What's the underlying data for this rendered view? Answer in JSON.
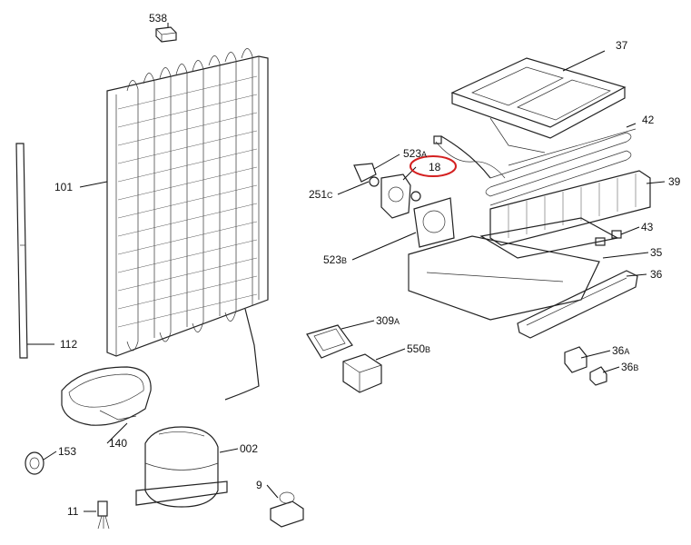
{
  "diagram": {
    "title": "Refrigerator exploded parts diagram",
    "highlight_color": "#d42020",
    "highlighted_part": "18",
    "callouts": [
      {
        "id": "538",
        "text": "538",
        "sub": ""
      },
      {
        "id": "37",
        "text": "37",
        "sub": ""
      },
      {
        "id": "42",
        "text": "42",
        "sub": ""
      },
      {
        "id": "523a",
        "text": "523",
        "sub": "A"
      },
      {
        "id": "18",
        "text": "18",
        "sub": ""
      },
      {
        "id": "251c",
        "text": "251",
        "sub": "C"
      },
      {
        "id": "39",
        "text": "39",
        "sub": ""
      },
      {
        "id": "101",
        "text": "101",
        "sub": ""
      },
      {
        "id": "43",
        "text": "43",
        "sub": ""
      },
      {
        "id": "523b",
        "text": "523",
        "sub": "B"
      },
      {
        "id": "35",
        "text": "35",
        "sub": ""
      },
      {
        "id": "36",
        "text": "36",
        "sub": ""
      },
      {
        "id": "309a",
        "text": "309",
        "sub": "A"
      },
      {
        "id": "112",
        "text": "112",
        "sub": ""
      },
      {
        "id": "550b",
        "text": "550",
        "sub": "B"
      },
      {
        "id": "36a",
        "text": "36",
        "sub": "A"
      },
      {
        "id": "36b",
        "text": "36",
        "sub": "B"
      },
      {
        "id": "140",
        "text": "140",
        "sub": ""
      },
      {
        "id": "153",
        "text": "153",
        "sub": ""
      },
      {
        "id": "002",
        "text": "002",
        "sub": ""
      },
      {
        "id": "9",
        "text": "9",
        "sub": ""
      },
      {
        "id": "11",
        "text": "11",
        "sub": ""
      }
    ]
  }
}
